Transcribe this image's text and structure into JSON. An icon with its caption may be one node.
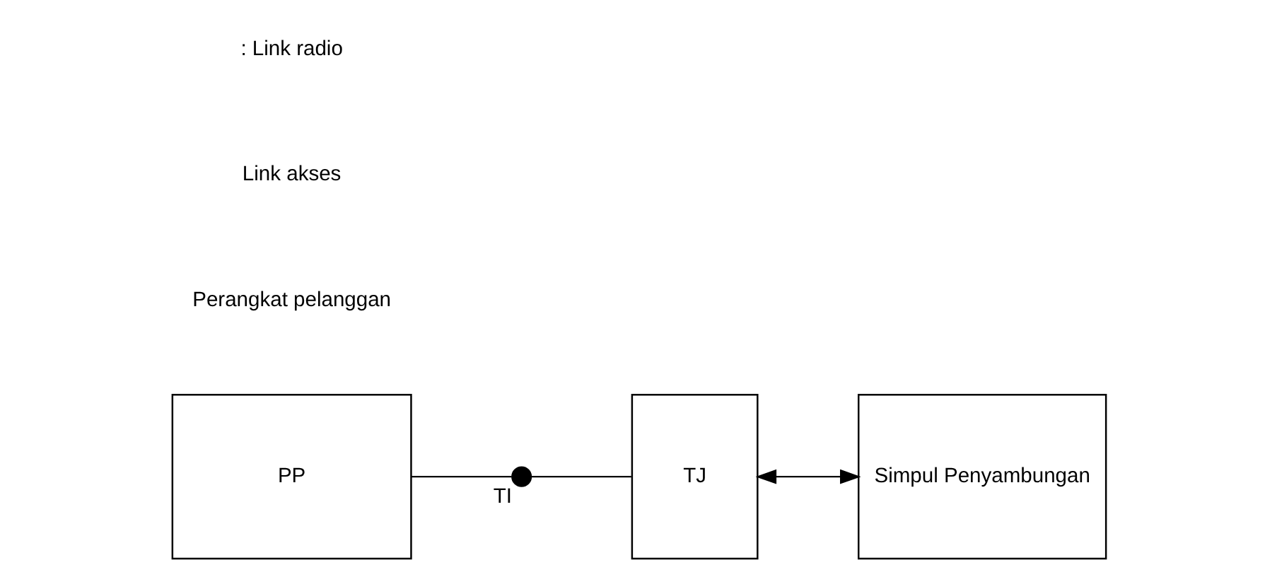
{
  "diagram": {
    "nodes": [
      {
        "text": [
          "PP"
        ]
      },
      {
        "text": [],
        "shape": "circle",
        "beside": [
          "TI"
        ]
      },
      {
        "text": [
          "TJ"
        ]
      },
      {
        "text": [
          "Simpul Penyambungan"
        ]
      }
    ],
    "edges": [
      {
        "from": 0,
        "to": 1,
        "arrow": "none"
      },
      {
        "from": 1,
        "to": 2,
        "arrow": "none"
      },
      {
        "from": 2,
        "to": 3,
        "arrow": "both"
      }
    ],
    "labels": [
      "Perangkat pelanggan",
      "Link akses"
    ],
    "legend": [
      {
        "text": ": Link radio"
      }
    ]
  }
}
